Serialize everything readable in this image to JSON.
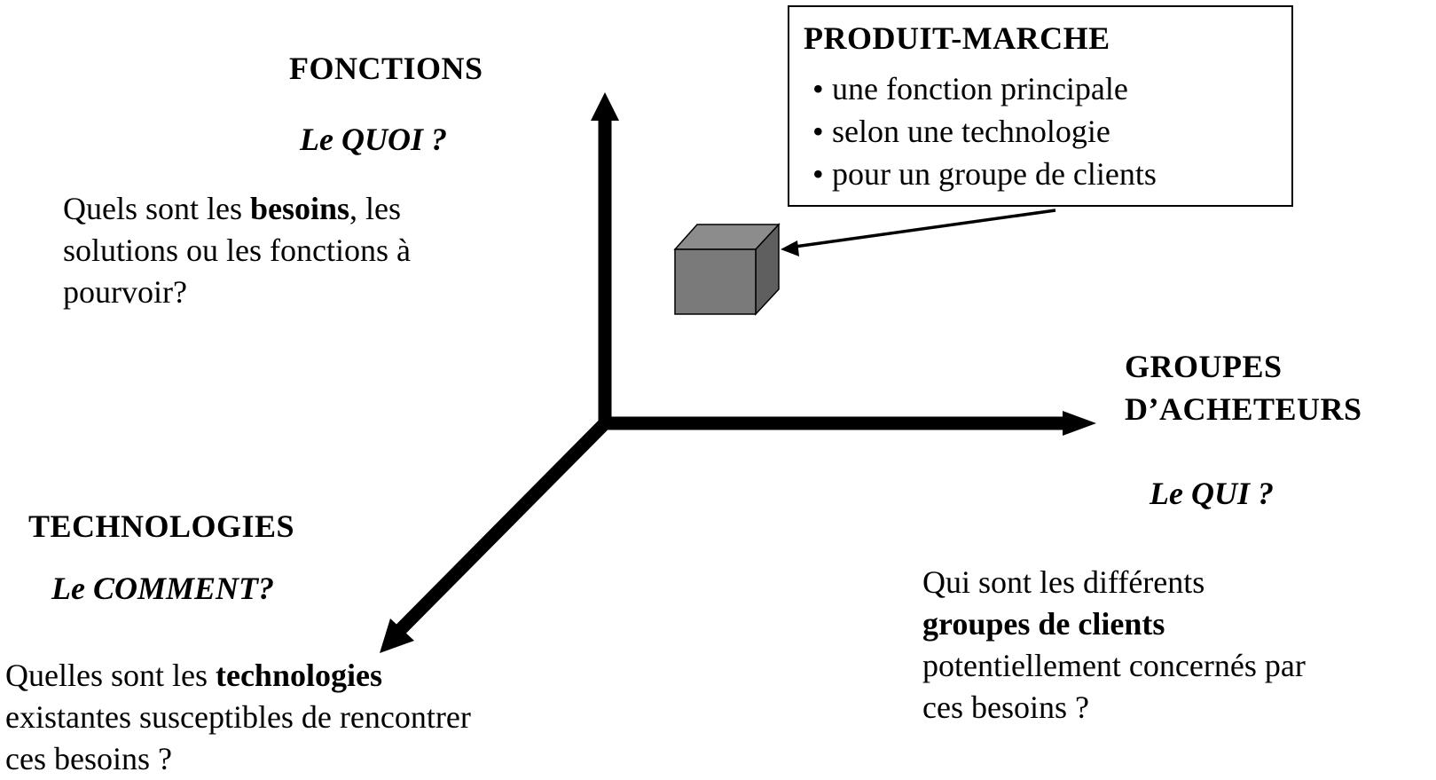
{
  "axes": {
    "fonctions": {
      "heading": "FONCTIONS",
      "question": "Le QUOI ?",
      "text_before": "Quels sont les ",
      "text_bold": "besoins",
      "text_after": ", les",
      "line2": "solutions ou les fonctions à",
      "line3": "pourvoir?"
    },
    "technologies": {
      "heading": "TECHNOLOGIES",
      "question": "Le COMMENT?",
      "text_before": "Quelles sont les ",
      "text_bold": "technologies",
      "line2": "existantes susceptibles de rencontrer",
      "line3": "ces besoins ?"
    },
    "acheteurs": {
      "heading_line1": "GROUPES",
      "heading_line2": "D’ACHETEURS",
      "question": "Le QUI ?",
      "line1": "Qui sont les différents",
      "line2_bold": "groupes de clients",
      "line3": "potentiellement concernés par",
      "line4": "ces besoins ?"
    }
  },
  "produit_marche": {
    "title": "PRODUIT-MARCHE",
    "bullets": [
      "une fonction principale",
      "selon une technologie",
      "pour un groupe de clients"
    ]
  },
  "colors": {
    "cube_front": "#7a7a7a",
    "cube_top": "#8c8c8c",
    "cube_side": "#5f5f5f",
    "axis": "#000000"
  }
}
